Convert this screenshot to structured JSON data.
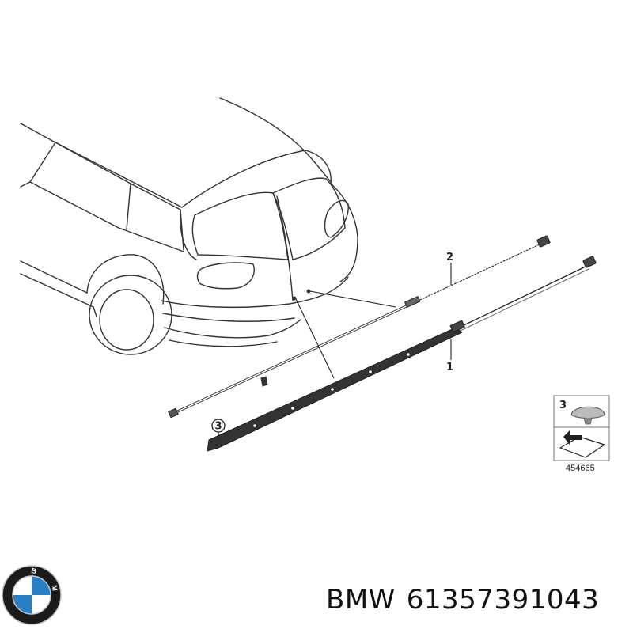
{
  "callouts": {
    "part_1": "1",
    "part_2": "2",
    "part_3": "3",
    "legend_3": "3"
  },
  "diagram_number": "454665",
  "brand": {
    "logo_lettering": "BMW",
    "name": "BMW",
    "part_number": "61357391043"
  },
  "colors": {
    "line": "#222222",
    "logo_blue": "#2a7fc4",
    "logo_ring": "#1b1b1b"
  }
}
